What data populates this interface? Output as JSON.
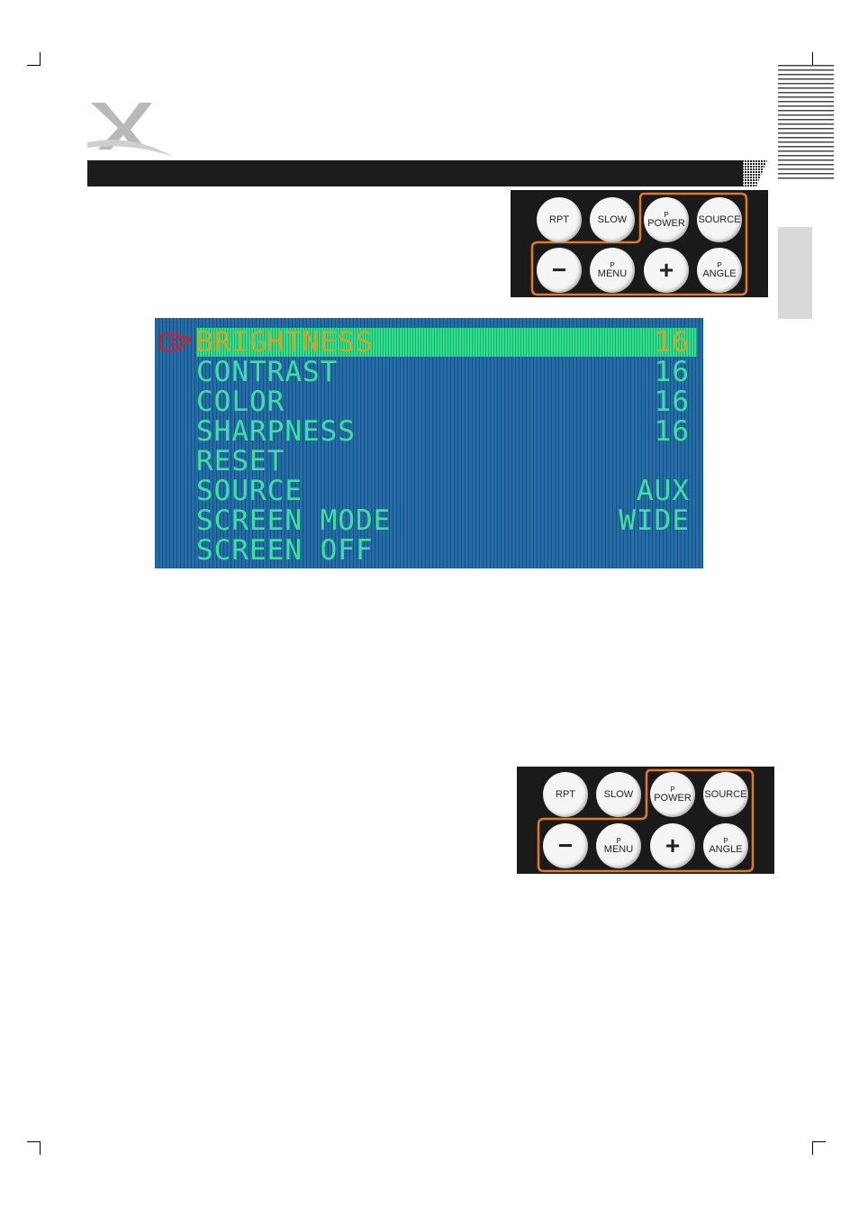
{
  "remote": {
    "buttons": {
      "rpt": "RPT",
      "slow": "SLOW",
      "power_sup": "P",
      "power": "POWER",
      "source": "SOURCE",
      "minus": "−",
      "menu_sup": "P",
      "menu": "MENU",
      "plus": "+",
      "angle_sup": "P",
      "angle": "ANGLE"
    },
    "highlight_color": "#e07a2a"
  },
  "osd": {
    "items": [
      {
        "label": "BRIGHTNESS",
        "value": "16"
      },
      {
        "label": "CONTRAST",
        "value": "16"
      },
      {
        "label": "COLOR",
        "value": "16"
      },
      {
        "label": "SHARPNESS",
        "value": "16"
      },
      {
        "label": "RESET",
        "value": ""
      },
      {
        "label": "SOURCE",
        "value": "AUX"
      },
      {
        "label": "SCREEN MODE",
        "value": "WIDE"
      },
      {
        "label": "SCREEN OFF",
        "value": ""
      }
    ],
    "selected_index": 0,
    "colors": {
      "background": "#1f6fb0",
      "text": "#3fe0a0",
      "highlight_bar": "#2fe08e",
      "selected_text": "#c9a52a",
      "pointer": "#d02030"
    }
  }
}
